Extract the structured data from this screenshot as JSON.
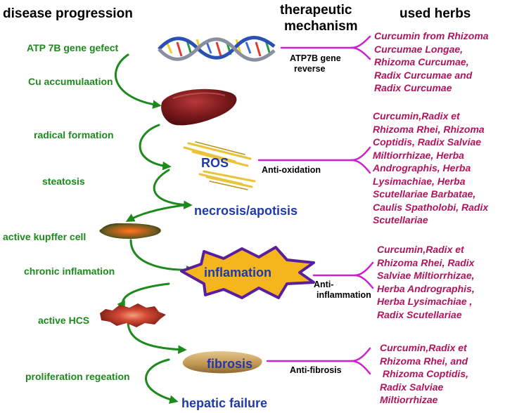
{
  "headers": {
    "disease_progression": "disease progression",
    "therapeutic_mechanism_line1": "therapeutic",
    "therapeutic_mechanism_line2": "mechanism",
    "used_herbs": "used herbs"
  },
  "progression_labels": {
    "atp7b_defect": "ATP 7B gene gefect",
    "cu_accumulation": "Cu accumulaation",
    "radical_formation": "radical formation",
    "steatosis": "steatosis",
    "active_kupffer": "active kupffer cell",
    "chronic_inflammation": "chronic inflamation",
    "active_hcs": "active HCS",
    "proliferation": "proliferation regeation"
  },
  "stage_nodes": {
    "ros": "ROS",
    "necrosis": "necrosis/apotisis",
    "inflammation": "inflamation",
    "fibrosis": "fibrosis",
    "hepatic_failure": "hepatic failure"
  },
  "mechanisms": {
    "atp7b_line1": "ATP7B gene",
    "atp7b_line2": "reverse",
    "antioxidation": "Anti-oxidation",
    "antiinflammation_line1": "Anti-",
    "antiinflammation_line2": "inflammation",
    "antifibrosis": "Anti-fibrosis"
  },
  "herb_groups": {
    "group1": "Curcumin from Rhizoma\nCurcumae Longae,\nRhizoma Curcumae,\nRadix Curcumae and\nRadix Curcumae",
    "group2": "Curcumin,Radix et\nRhizoma Rhei, Rhizoma\nCoptidis, Radix Salviae\nMiltiorrhizae, Herba\nAndrographis, Herba\nLysimachiae, Herba\nScutellariae Barbatae,\nCaulis Spatholobi, Radix\nScutellariae",
    "group3": "Curcumin,Radix et\nRhizoma Rhei, Radix\nSalviae Miltiorrhizae,\nHerba Andrographis,\nHerba Lysimachiae ,\nRadix Scutellariae",
    "group4": "Curcumin,Radix et\nRhizoma Rhei, and\n Rhizoma Coptidis,\nRadix Salviae\nMiltiorrhizae"
  },
  "colors": {
    "progression_green": "#1c8a1c",
    "node_blue": "#1f3aa8",
    "herb_magenta": "#b0155c",
    "connector_magenta": "#cc22cc",
    "inflammation_star_fill": "#f5b51c",
    "inflammation_star_stroke": "#5a1f9c"
  },
  "icons": {
    "dna": "dna-helix-icon",
    "liver": "liver-icon",
    "ros": "ros-lightning-icon",
    "kupffer_cell": "kupffer-cell-icon",
    "inflammation": "inflammation-starburst-icon",
    "hcs_cell": "hcs-cell-icon",
    "fibrosis": "fibrosis-cell-icon"
  }
}
